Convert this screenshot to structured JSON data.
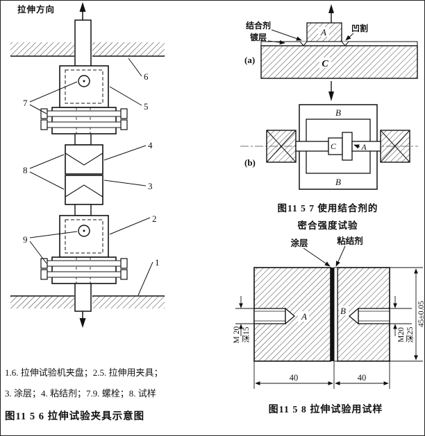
{
  "figure_fixture": {
    "direction_label": "拉伸方向",
    "callouts": [
      "1",
      "2",
      "3",
      "4",
      "5",
      "6",
      "7",
      "8",
      "9"
    ],
    "legend_line1": "1.6. 拉伸试验机夹盘；2.5. 拉伸用夹具；",
    "legend_line2": "3. 涂层；4. 粘结剂；7.9. 螺栓；8. 试样",
    "caption": "图11 5 6 拉伸试验夹具示意图"
  },
  "figure_adhesion": {
    "label_bond_agent": "结合剂",
    "label_plating": "镀层",
    "label_undercut": "凹割",
    "block_a": "A",
    "block_c": "C",
    "sub_label_a": "(a)",
    "sub_label_b": "(b)",
    "frame_b_top": "B",
    "frame_b_bottom": "B",
    "rod_c": "C",
    "rod_a": "A",
    "caption_line1": "图11 5 7 使用结合剂的",
    "caption_line2": "密合强度试验"
  },
  "figure_specimen": {
    "label_coating": "涂层",
    "label_adhesive": "粘结剂",
    "block_a": "A",
    "block_b": "B",
    "thread_left": "M 20",
    "depth_left": "深15",
    "thread_right": "M20",
    "depth_right": "深25",
    "height_dim": "45±0.05",
    "width_left": "40",
    "width_right": "40",
    "caption": "图11 5 8 拉伸试验用试样"
  }
}
